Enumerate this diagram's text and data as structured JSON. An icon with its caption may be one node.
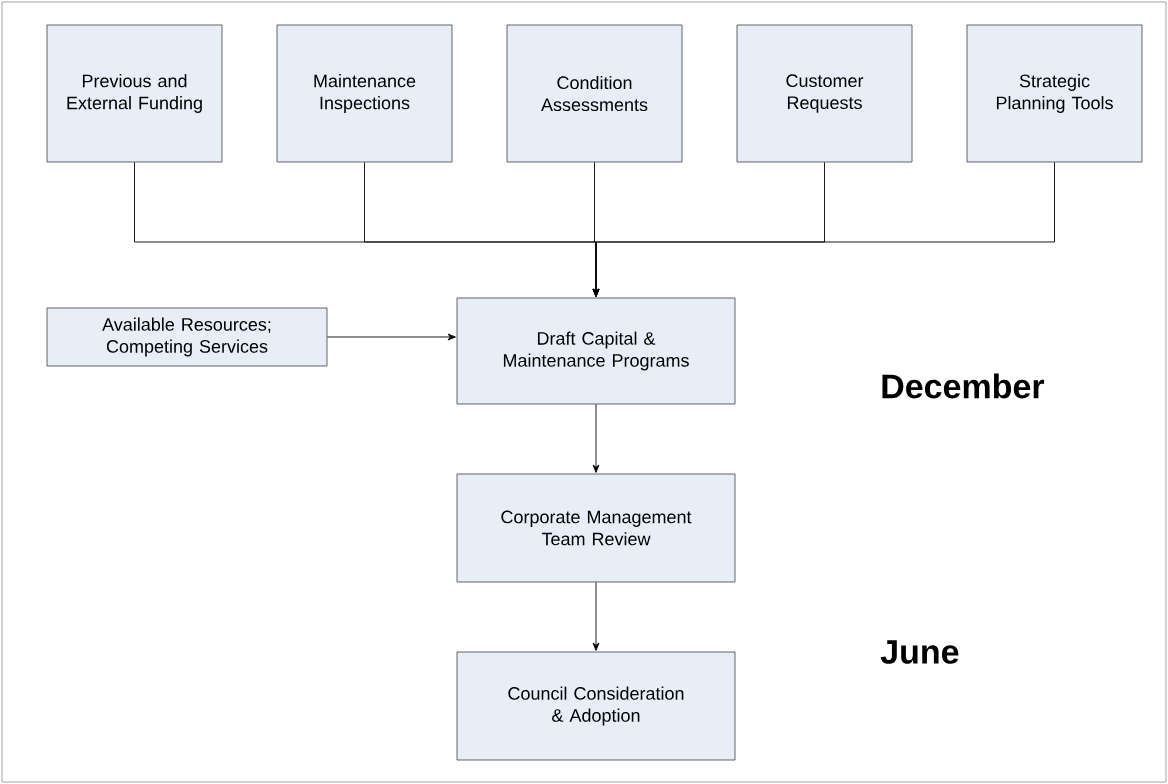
{
  "diagram": {
    "nodes": [
      {
        "text": [
          "Previous and External Funding"
        ]
      },
      {
        "text": [
          "Maintenance Inspections"
        ]
      },
      {
        "text": [
          "Condition Assessments"
        ]
      },
      {
        "text": [
          "Customer Requests"
        ]
      },
      {
        "text": [
          "Strategic Planning Tools"
        ]
      },
      {
        "text": [
          "Available Resources; Competing Services"
        ]
      },
      {
        "text": [
          "Draft Capital & Maintenance Programs"
        ]
      },
      {
        "text": [
          "Corporate Management Team Review"
        ]
      },
      {
        "text": [
          "Council Consideration & Adoption"
        ]
      }
    ],
    "edges": [
      {
        "from": 0,
        "to": 6,
        "arrow": "to"
      },
      {
        "from": 1,
        "to": 6,
        "arrow": "to"
      },
      {
        "from": 2,
        "to": 6,
        "arrow": "to"
      },
      {
        "from": 3,
        "to": 6,
        "arrow": "to"
      },
      {
        "from": 4,
        "to": 6,
        "arrow": "to"
      },
      {
        "from": 5,
        "to": 6,
        "arrow": "to"
      },
      {
        "from": 6,
        "to": 7,
        "arrow": "to"
      },
      {
        "from": 7,
        "to": 8,
        "arrow": "to"
      }
    ],
    "labels": [
      "December",
      "June"
    ]
  }
}
